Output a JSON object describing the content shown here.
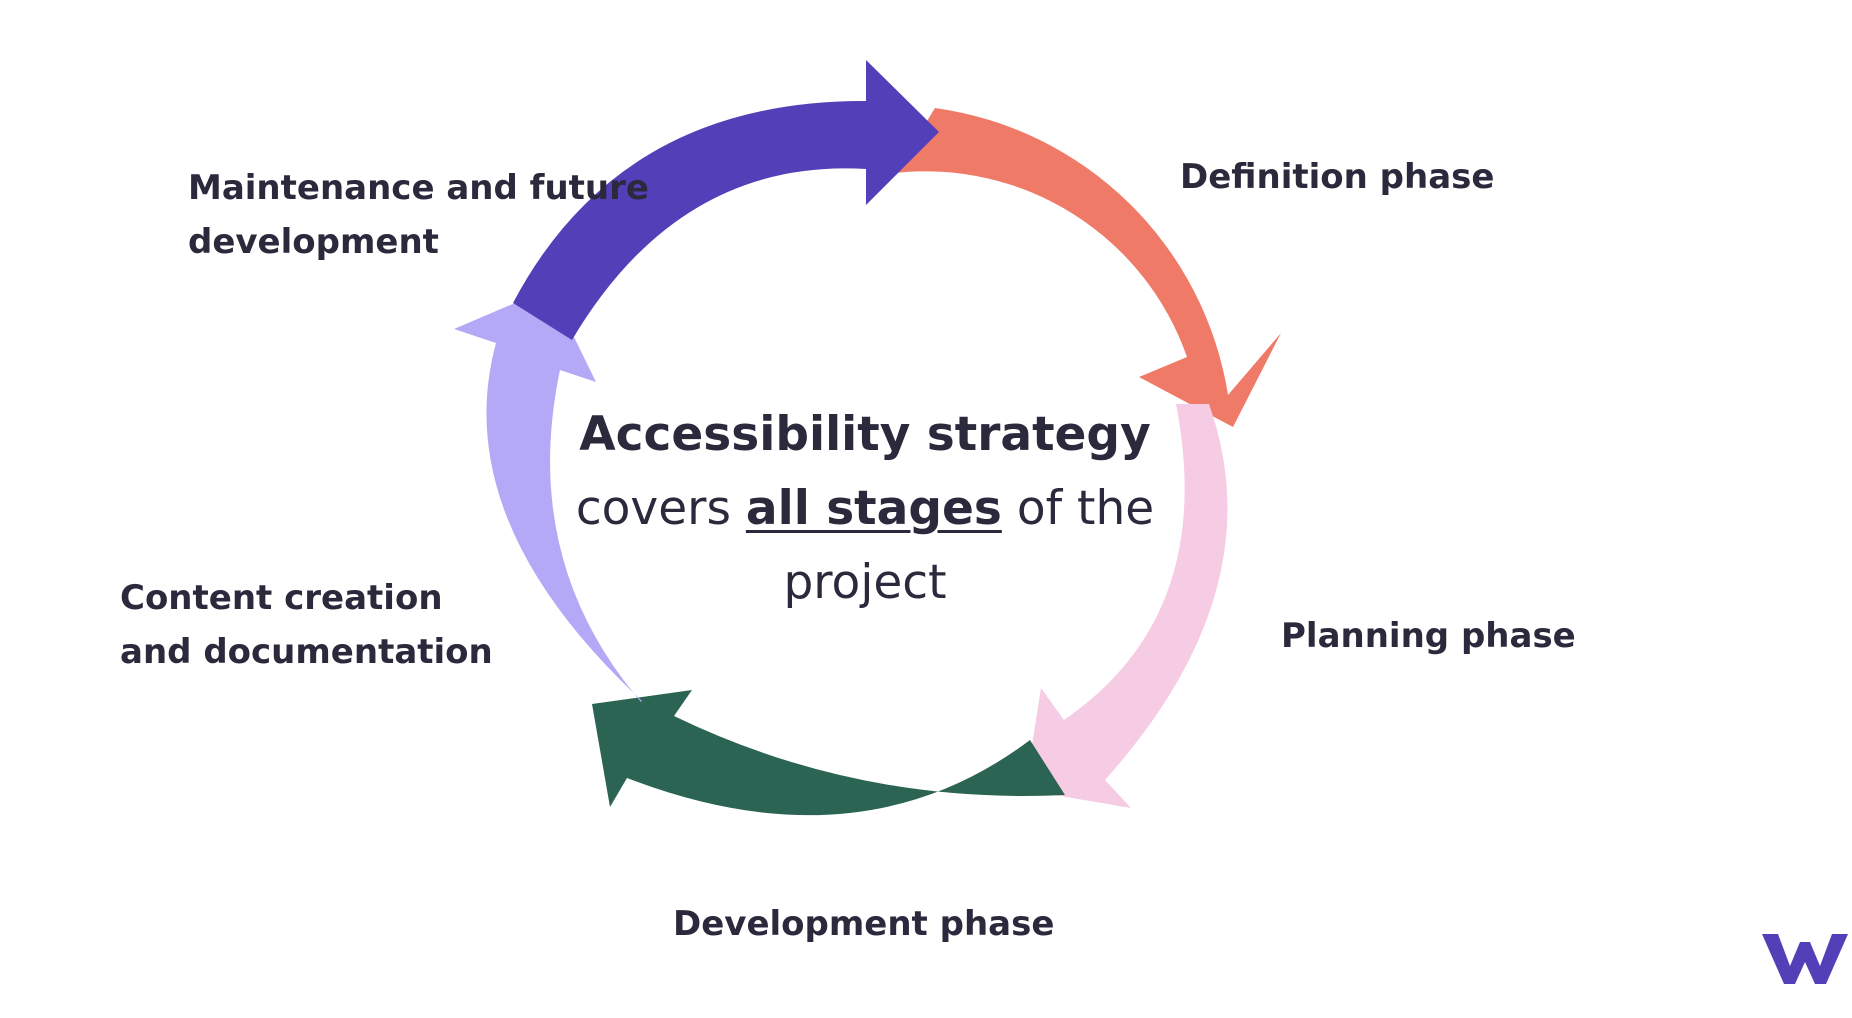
{
  "diagram": {
    "center": {
      "title": "Accessibility strategy",
      "line_prefix": "covers",
      "emphasis": "all stages",
      "line_suffix": "of the project"
    },
    "phases": [
      {
        "label": "Definition phase",
        "color": "#f07a68"
      },
      {
        "label": "Planning phase",
        "color": "#f6cbe4"
      },
      {
        "label": "Development phase",
        "color": "#2b6452"
      },
      {
        "label": "Content creation\nand documentation",
        "color": "#b4a9f6"
      },
      {
        "label": "Maintenance and future\ndevelopment",
        "color": "#5340b8"
      }
    ]
  },
  "logo": {
    "color": "#5340b8",
    "icon": "w-logo-icon"
  }
}
